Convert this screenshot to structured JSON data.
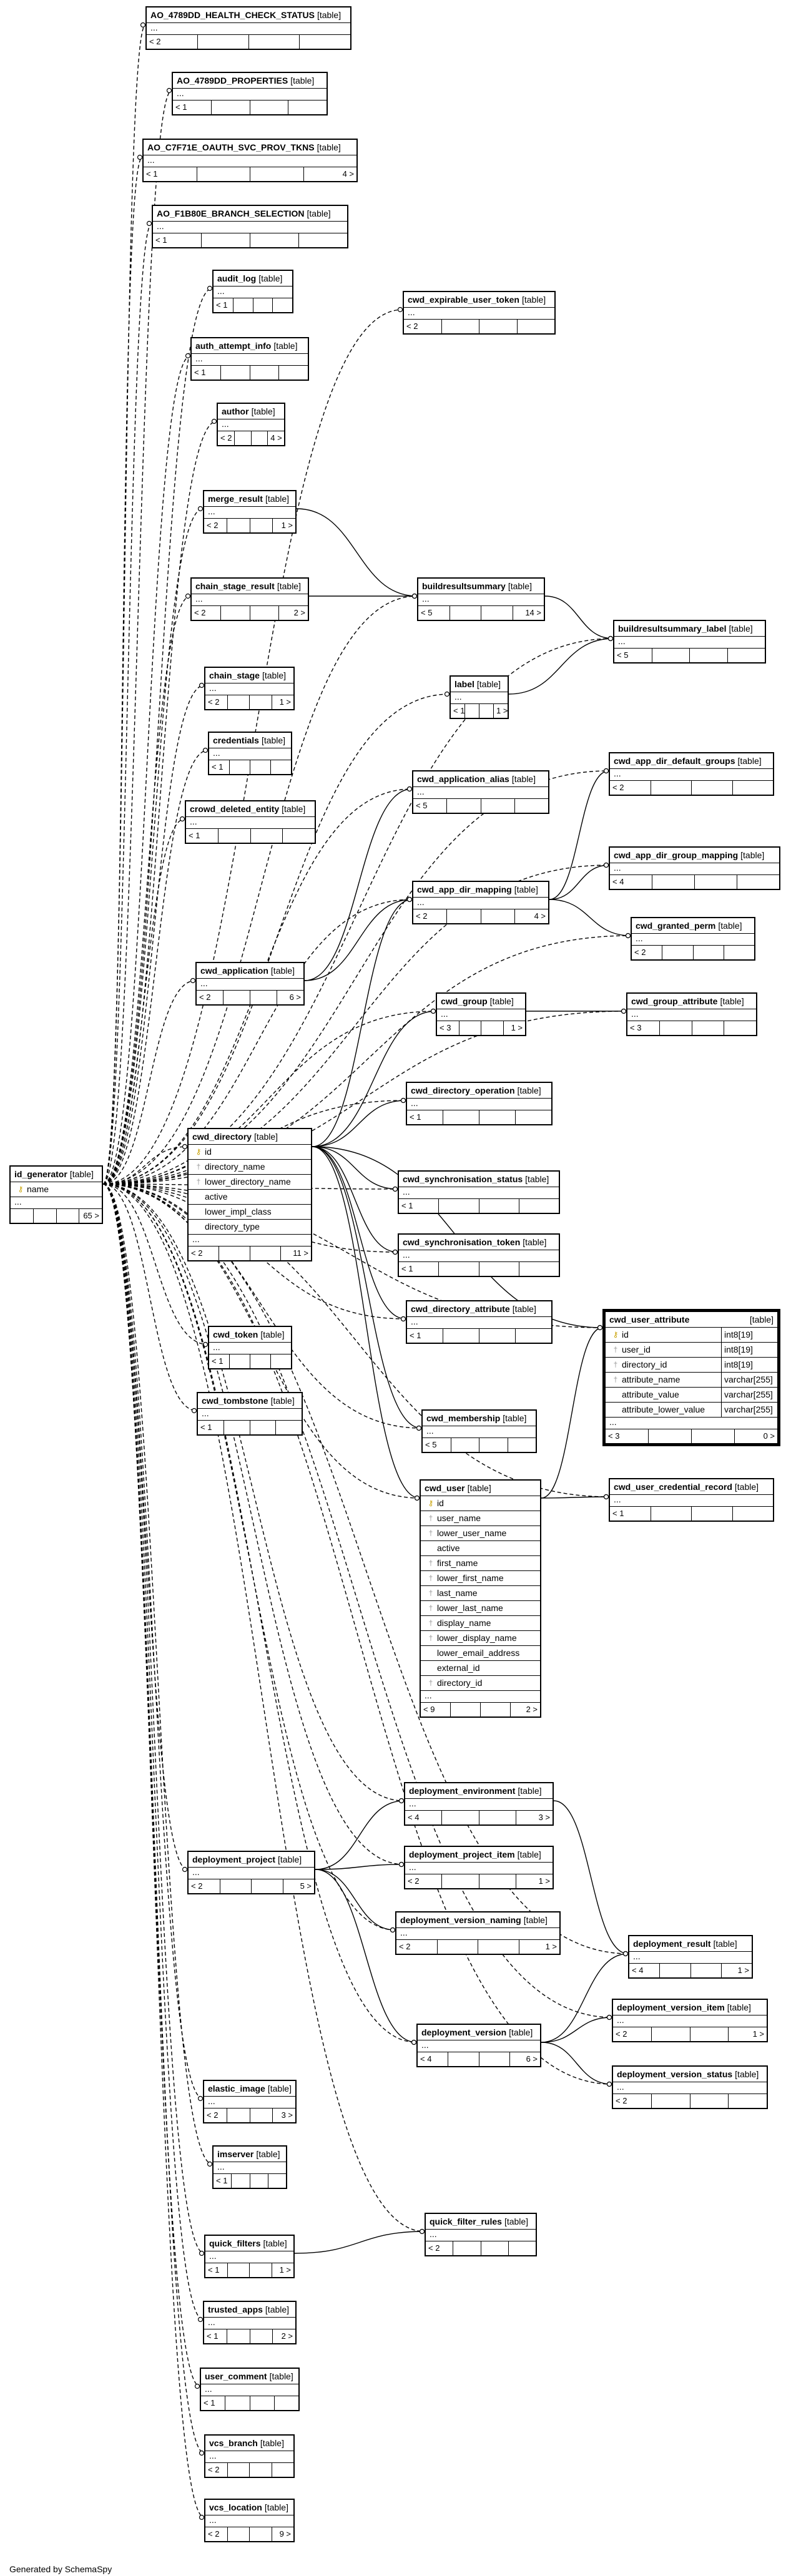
{
  "footer": "Generated by SchemaSpy",
  "tables": [
    {
      "name": "AO_4789DD_HEALTH_CHECK_STATUS",
      "kind": "[table]",
      "before": "< 2",
      "after": ""
    },
    {
      "name": "AO_4789DD_PROPERTIES",
      "kind": "[table]",
      "before": "< 1",
      "after": ""
    },
    {
      "name": "AO_C7F71E_OAUTH_SVC_PROV_TKNS",
      "kind": "[table]",
      "before": "< 1",
      "after": "4 >"
    },
    {
      "name": "AO_F1B80E_BRANCH_SELECTION",
      "kind": "[table]",
      "before": "< 1",
      "after": ""
    },
    {
      "name": "audit_log",
      "kind": "[table]",
      "before": "< 1",
      "after": ""
    },
    {
      "name": "auth_attempt_info",
      "kind": "[table]",
      "before": "< 1",
      "after": ""
    },
    {
      "name": "author",
      "kind": "[table]",
      "before": "< 2",
      "after": "4 >"
    },
    {
      "name": "cwd_expirable_user_token",
      "kind": "[table]",
      "before": "< 2",
      "after": ""
    },
    {
      "name": "merge_result",
      "kind": "[table]",
      "before": "< 2",
      "after": "1 >"
    },
    {
      "name": "chain_stage_result",
      "kind": "[table]",
      "before": "< 2",
      "after": "2 >"
    },
    {
      "name": "buildresultsummary",
      "kind": "[table]",
      "before": "< 5",
      "after": "14 >"
    },
    {
      "name": "buildresultsummary_label",
      "kind": "[table]",
      "before": "< 5",
      "after": ""
    },
    {
      "name": "chain_stage",
      "kind": "[table]",
      "before": "< 2",
      "after": "1 >"
    },
    {
      "name": "label",
      "kind": "[table]",
      "before": "< 1",
      "after": "1 >"
    },
    {
      "name": "credentials",
      "kind": "[table]",
      "before": "< 1",
      "after": ""
    },
    {
      "name": "cwd_app_dir_default_groups",
      "kind": "[table]",
      "before": "< 2",
      "after": ""
    },
    {
      "name": "cwd_application_alias",
      "kind": "[table]",
      "before": "< 5",
      "after": ""
    },
    {
      "name": "crowd_deleted_entity",
      "kind": "[table]",
      "before": "< 1",
      "after": ""
    },
    {
      "name": "cwd_app_dir_group_mapping",
      "kind": "[table]",
      "before": "< 4",
      "after": ""
    },
    {
      "name": "cwd_app_dir_mapping",
      "kind": "[table]",
      "before": "< 2",
      "after": "4 >"
    },
    {
      "name": "cwd_granted_perm",
      "kind": "[table]",
      "before": "< 2",
      "after": ""
    },
    {
      "name": "cwd_application",
      "kind": "[table]",
      "before": "< 2",
      "after": "6 >"
    },
    {
      "name": "cwd_group",
      "kind": "[table]",
      "before": "< 3",
      "after": "1 >"
    },
    {
      "name": "cwd_group_attribute",
      "kind": "[table]",
      "before": "< 3",
      "after": ""
    },
    {
      "name": "cwd_directory_operation",
      "kind": "[table]",
      "before": "< 1",
      "after": ""
    },
    {
      "name": "cwd_synchronisation_status",
      "kind": "[table]",
      "before": "< 1",
      "after": ""
    },
    {
      "name": "cwd_synchronisation_token",
      "kind": "[table]",
      "before": "< 1",
      "after": ""
    },
    {
      "name": "cwd_directory_attribute",
      "kind": "[table]",
      "before": "< 1",
      "after": ""
    },
    {
      "name": "cwd_token",
      "kind": "[table]",
      "before": "< 1",
      "after": ""
    },
    {
      "name": "cwd_tombstone",
      "kind": "[table]",
      "before": "< 1",
      "after": ""
    },
    {
      "name": "cwd_membership",
      "kind": "[table]",
      "before": "< 5",
      "after": ""
    },
    {
      "name": "cwd_user_credential_record",
      "kind": "[table]",
      "before": "< 1",
      "after": ""
    },
    {
      "name": "deployment_environment",
      "kind": "[table]",
      "before": "< 4",
      "after": "3 >"
    },
    {
      "name": "deployment_project",
      "kind": "[table]",
      "before": "< 2",
      "after": "5 >"
    },
    {
      "name": "deployment_project_item",
      "kind": "[table]",
      "before": "< 2",
      "after": "1 >"
    },
    {
      "name": "deployment_version_naming",
      "kind": "[table]",
      "before": "< 2",
      "after": "1 >"
    },
    {
      "name": "deployment_result",
      "kind": "[table]",
      "before": "< 4",
      "after": "1 >"
    },
    {
      "name": "deployment_version_item",
      "kind": "[table]",
      "before": "< 2",
      "after": "1 >"
    },
    {
      "name": "deployment_version",
      "kind": "[table]",
      "before": "< 4",
      "after": "6 >"
    },
    {
      "name": "deployment_version_status",
      "kind": "[table]",
      "before": "< 2",
      "after": ""
    },
    {
      "name": "elastic_image",
      "kind": "[table]",
      "before": "< 2",
      "after": "3 >"
    },
    {
      "name": "imserver",
      "kind": "[table]",
      "before": "< 1",
      "after": ""
    },
    {
      "name": "quick_filter_rules",
      "kind": "[table]",
      "before": "< 2",
      "after": ""
    },
    {
      "name": "quick_filters",
      "kind": "[table]",
      "before": "< 1",
      "after": "1 >"
    },
    {
      "name": "trusted_apps",
      "kind": "[table]",
      "before": "< 1",
      "after": "2 >"
    },
    {
      "name": "user_comment",
      "kind": "[table]",
      "before": "< 1",
      "after": ""
    },
    {
      "name": "vcs_branch",
      "kind": "[table]",
      "before": "< 2",
      "after": ""
    },
    {
      "name": "vcs_location",
      "kind": "[table]",
      "before": "< 2",
      "after": "9 >"
    },
    {
      "name": "id_generator",
      "kind": "[table]",
      "before": "",
      "after": "65 >",
      "columns": [
        {
          "key": "pk",
          "name": "name"
        }
      ]
    },
    {
      "name": "cwd_directory",
      "kind": "[table]",
      "before": "< 2",
      "after": "11 >",
      "columns": [
        {
          "key": "pk",
          "name": "id"
        },
        {
          "key": "fk",
          "name": "directory_name"
        },
        {
          "key": "fk",
          "name": "lower_directory_name"
        },
        {
          "key": "",
          "name": "active"
        },
        {
          "key": "",
          "name": "lower_impl_class"
        },
        {
          "key": "",
          "name": "directory_type"
        }
      ]
    },
    {
      "name": "cwd_user",
      "kind": "[table]",
      "before": "< 9",
      "after": "2 >",
      "columns": [
        {
          "key": "pk",
          "name": "id"
        },
        {
          "key": "fk",
          "name": "user_name"
        },
        {
          "key": "fk",
          "name": "lower_user_name"
        },
        {
          "key": "",
          "name": "active"
        },
        {
          "key": "fk",
          "name": "first_name"
        },
        {
          "key": "fk",
          "name": "lower_first_name"
        },
        {
          "key": "fk",
          "name": "last_name"
        },
        {
          "key": "fk",
          "name": "lower_last_name"
        },
        {
          "key": "fk",
          "name": "display_name"
        },
        {
          "key": "fk",
          "name": "lower_display_name"
        },
        {
          "key": "",
          "name": "lower_email_address"
        },
        {
          "key": "",
          "name": "external_id"
        },
        {
          "key": "fk",
          "name": "directory_id"
        }
      ]
    },
    {
      "name": "cwd_user_attribute",
      "kind": "[table]",
      "before": "< 3",
      "after": "0 >",
      "focus": true,
      "columns": [
        {
          "key": "pk",
          "name": "id",
          "type": "int8[19]"
        },
        {
          "key": "fk",
          "name": "user_id",
          "type": "int8[19]"
        },
        {
          "key": "fk",
          "name": "directory_id",
          "type": "int8[19]"
        },
        {
          "key": "fk",
          "name": "attribute_name",
          "type": "varchar[255]"
        },
        {
          "key": "",
          "name": "attribute_value",
          "type": "varchar[255]"
        },
        {
          "key": "",
          "name": "attribute_lower_value",
          "type": "varchar[255]"
        }
      ]
    }
  ]
}
